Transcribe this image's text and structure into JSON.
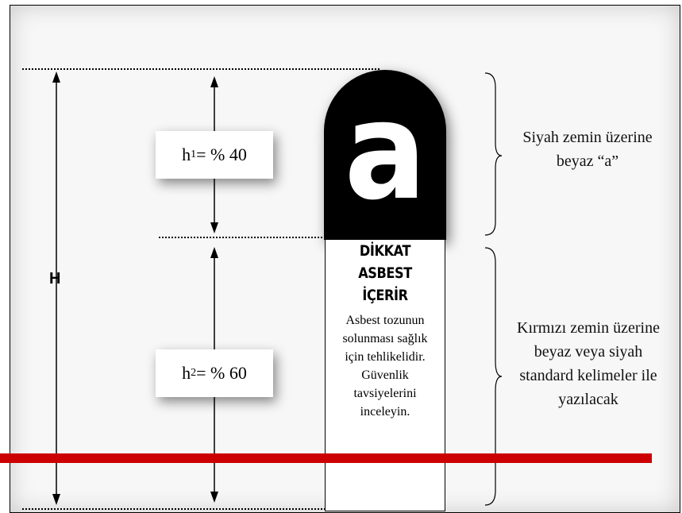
{
  "labels": {
    "h1_text": "h",
    "h1_sub": "1",
    "h1_value": "= % 40",
    "h2_text": "h",
    "h2_sub": "2",
    "h2_value": "= % 60",
    "H": "H"
  },
  "sign": {
    "letter": "a",
    "warning_lines": [
      "DİKKAT",
      "ASBEST",
      "İÇERİR"
    ],
    "body_lines": [
      "Asbest tozunun",
      "solunması sağlık",
      "için tehlikelidir.",
      "Güvenlik",
      "tavsiyelerini",
      "inceleyin."
    ]
  },
  "descriptions": {
    "top": [
      "Siyah zemin üzerine",
      "beyaz “a”"
    ],
    "bottom": [
      "Kırmızı zemin üzerine",
      "beyaz veya siyah",
      "standard kelimeler ile",
      "yazılacak"
    ]
  },
  "colors": {
    "red_bar": "#cc0000",
    "sign_top": "#000000"
  }
}
